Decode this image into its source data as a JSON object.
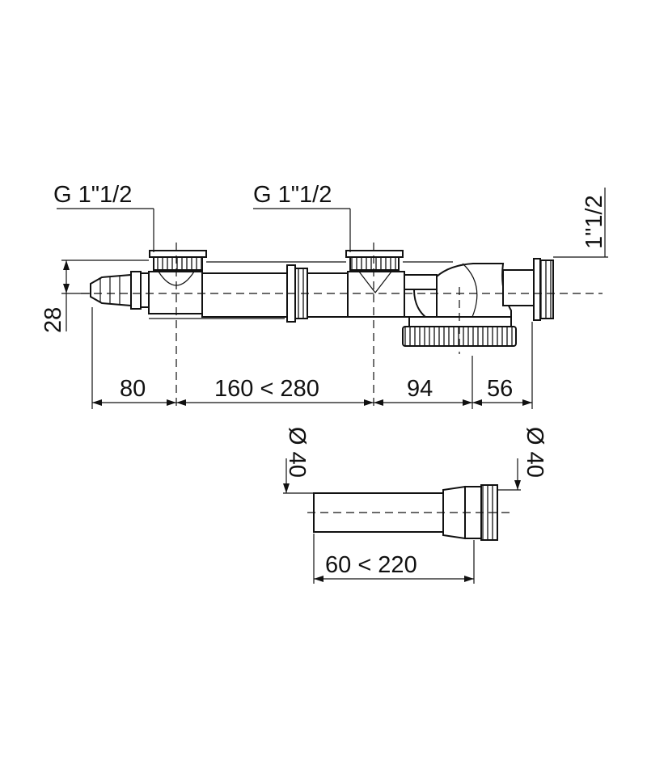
{
  "thread_labels": {
    "inlet_left": "G 1\"1/2",
    "inlet_mid": "G 1\"1/2",
    "outlet_right": "1\"1/2"
  },
  "dimensions": {
    "height_offset": "28",
    "seg_1": "80",
    "seg_2": "160 < 280",
    "seg_3": "94",
    "seg_4": "56",
    "diam_left": "Ø 40",
    "diam_right": "Ø 40",
    "ext_length": "60 < 220"
  },
  "colors": {
    "line": "#111111",
    "background": "#ffffff"
  }
}
